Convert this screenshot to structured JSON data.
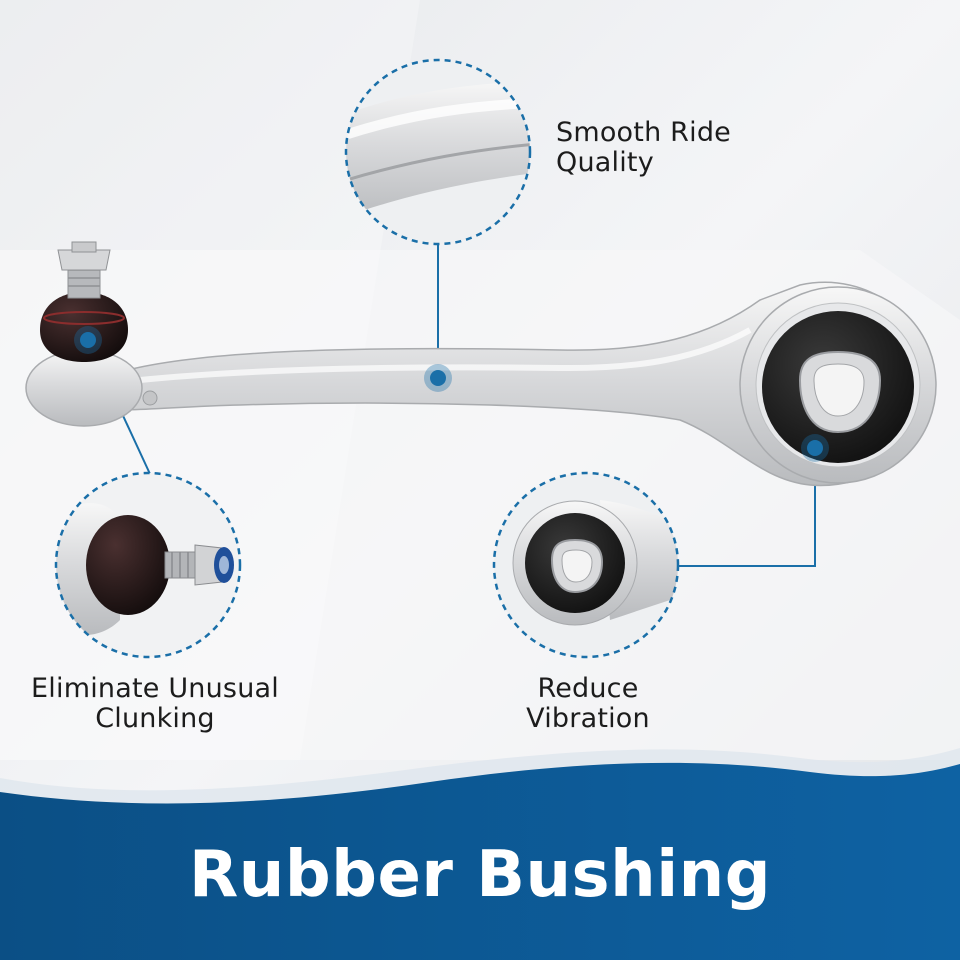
{
  "callouts": {
    "top": {
      "line1": "Smooth Ride",
      "line2": "Quality"
    },
    "left": {
      "line1": "Eliminate Unusual",
      "line2": "Clunking"
    },
    "right": {
      "line1": "Reduce",
      "line2": "Vibration"
    }
  },
  "banner": {
    "title": "Rubber Bushing"
  },
  "colors": {
    "accent": "#1a6fa8",
    "banner": "#0d5b96",
    "dashed": "#1a6fa8",
    "text": "#1c1c1c"
  },
  "icons": [
    "control-arm-image",
    "ball-joint-image",
    "bushing-image",
    "callout-dot-icon"
  ]
}
